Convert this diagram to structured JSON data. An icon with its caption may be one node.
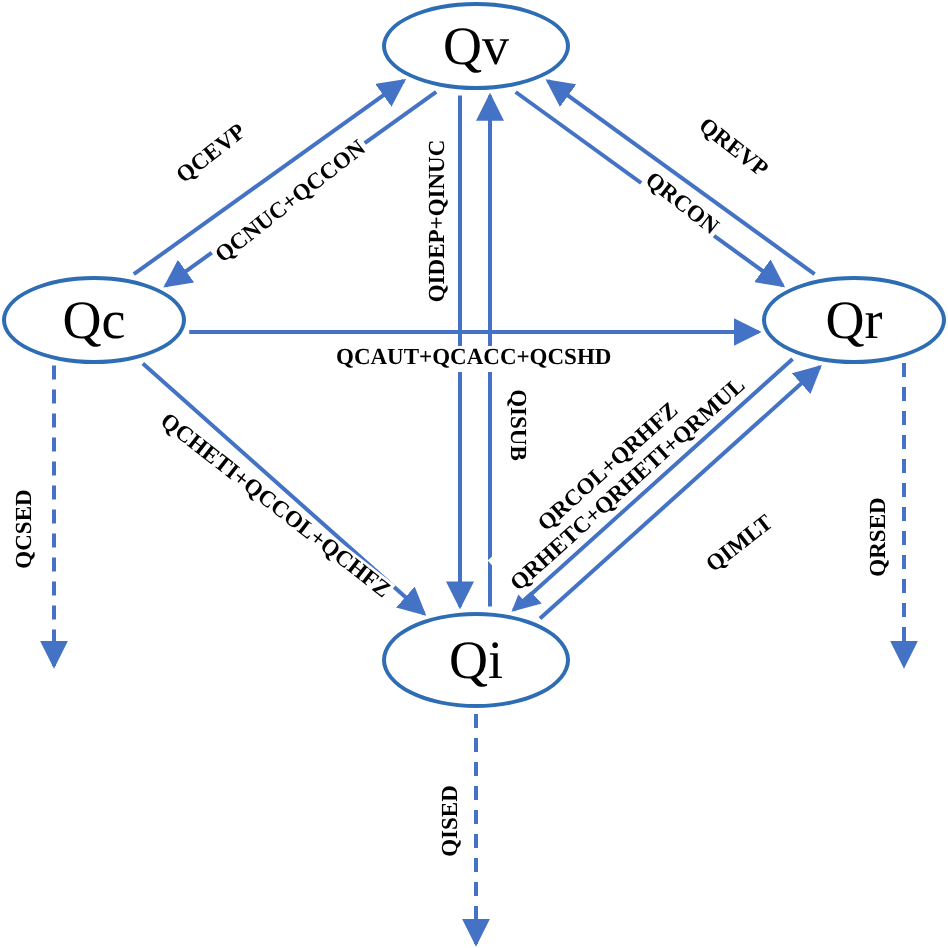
{
  "diagram": {
    "nodes": [
      {
        "text": [
          "Qv"
        ]
      },
      {
        "text": [
          "Qc"
        ]
      },
      {
        "text": [
          "Qr"
        ]
      },
      {
        "text": [
          "Qi"
        ]
      }
    ],
    "edges": [
      {
        "from": 1,
        "to": 0,
        "arrow": "to",
        "label": "QCEVP"
      },
      {
        "from": 0,
        "to": 1,
        "arrow": "to",
        "label": "QCNUC+QCCON"
      },
      {
        "from": 0,
        "to": 2,
        "arrow": "to",
        "label": "QRCON"
      },
      {
        "from": 2,
        "to": 0,
        "arrow": "to",
        "label": "QREVP"
      },
      {
        "from": 1,
        "to": 2,
        "arrow": "to",
        "label": "QCAUT+QCACC+QCSHD"
      },
      {
        "from": 0,
        "to": 3,
        "arrow": "to",
        "label": "QIDEP+QINUC"
      },
      {
        "from": 3,
        "to": 0,
        "arrow": "to",
        "label": "QISUB"
      },
      {
        "from": 1,
        "to": 3,
        "arrow": "to",
        "label": "QCHETI+QCCOL+QCHFZ"
      },
      {
        "from": 2,
        "to": 3,
        "arrow": "to",
        "label": "QRCOL+QRHFZ QRHETC+QRHETI+QRMUL"
      },
      {
        "from": 3,
        "to": 2,
        "arrow": "to",
        "label": "QIMLT"
      },
      {
        "from": 1,
        "to": null,
        "arrow": "to",
        "label": "QCSED",
        "style": "dashed"
      },
      {
        "from": 2,
        "to": null,
        "arrow": "to",
        "label": "QRSED",
        "style": "dashed"
      },
      {
        "from": 3,
        "to": null,
        "arrow": "to",
        "label": "QISED",
        "style": "dashed"
      }
    ]
  }
}
